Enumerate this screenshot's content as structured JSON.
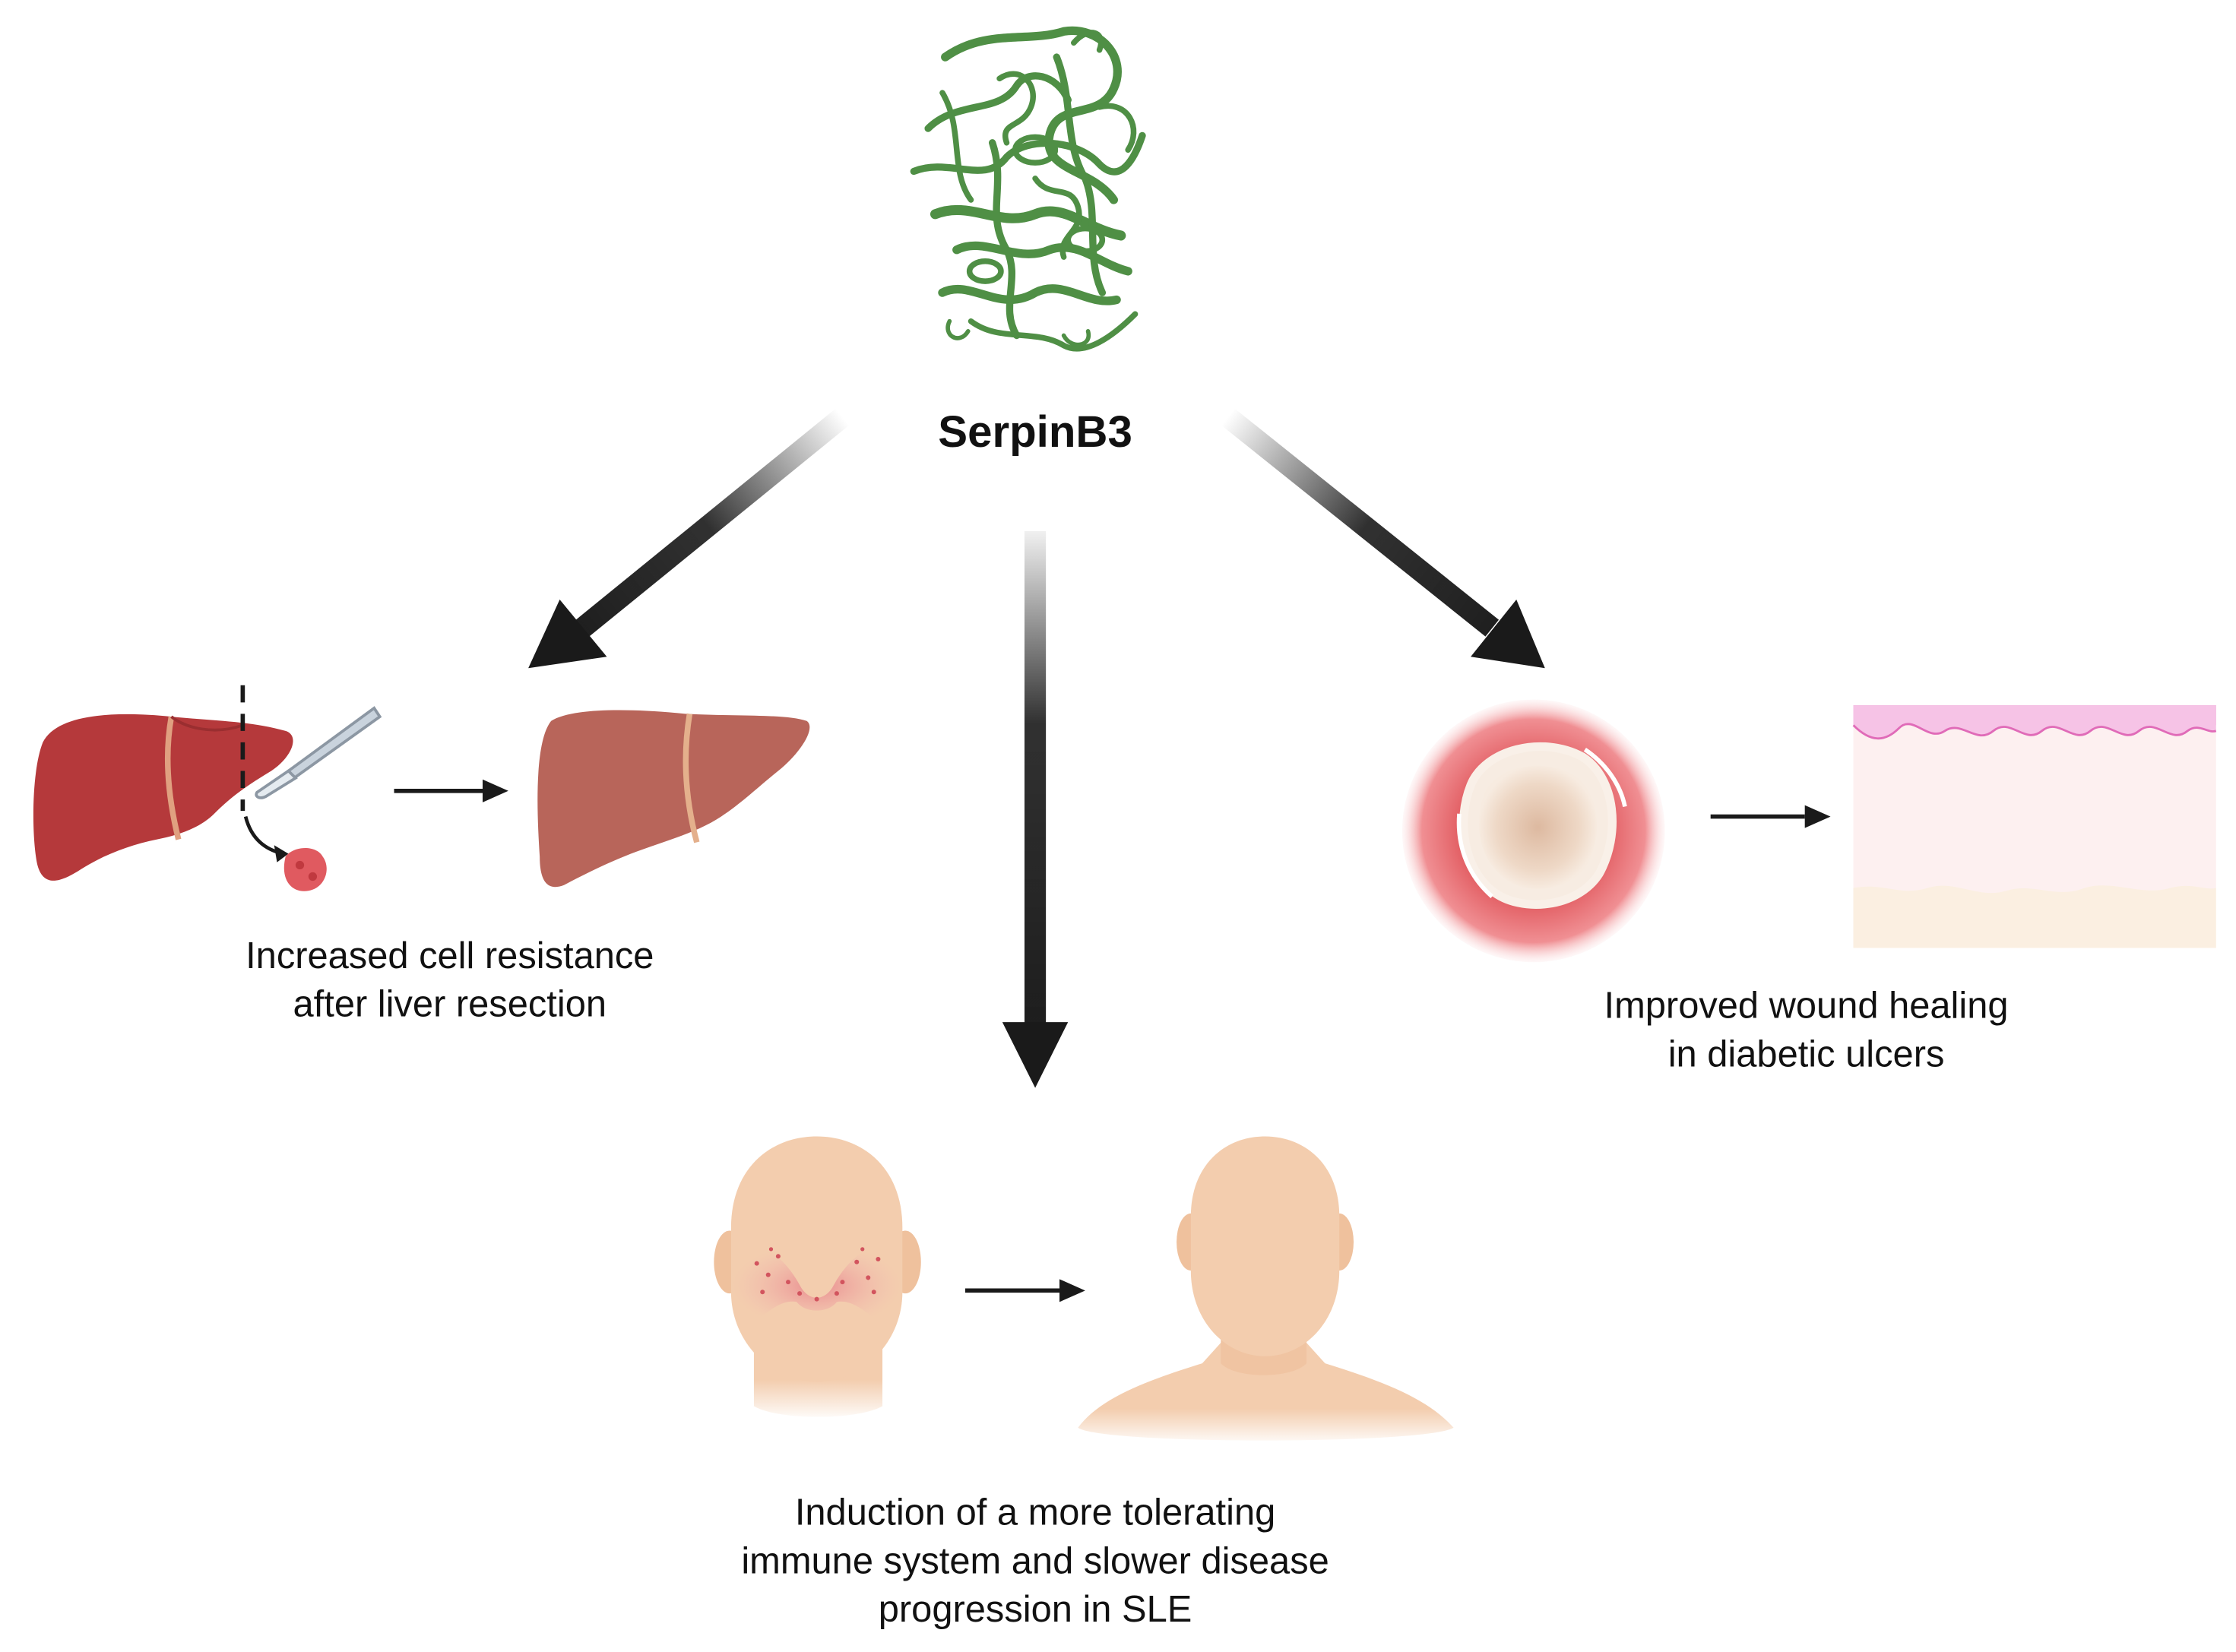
{
  "center": {
    "title": "SerpinB3"
  },
  "outcomes": {
    "liver": {
      "line1": "Increased cell resistance",
      "line2": "after liver resection"
    },
    "wound": {
      "line1": "Improved wound healing",
      "line2": "in diabetic ulcers"
    },
    "sle": {
      "line1": "Induction of a more tolerating",
      "line2": "immune system and slower disease",
      "line3": "progression in SLE"
    }
  },
  "colors": {
    "protein": "#4f8f45",
    "arrow": "#1a1a1a",
    "liver_before": "#b5393b",
    "liver_after": "#b8655a",
    "skin": "#f1c7a3",
    "wound_ring": "#e86a6d"
  },
  "icons": [
    "protein-structure-icon",
    "liver-icon",
    "scalpel-icon",
    "tumor-icon",
    "wound-icon",
    "skin-layer-icon",
    "head-rash-icon",
    "head-shoulders-icon"
  ]
}
